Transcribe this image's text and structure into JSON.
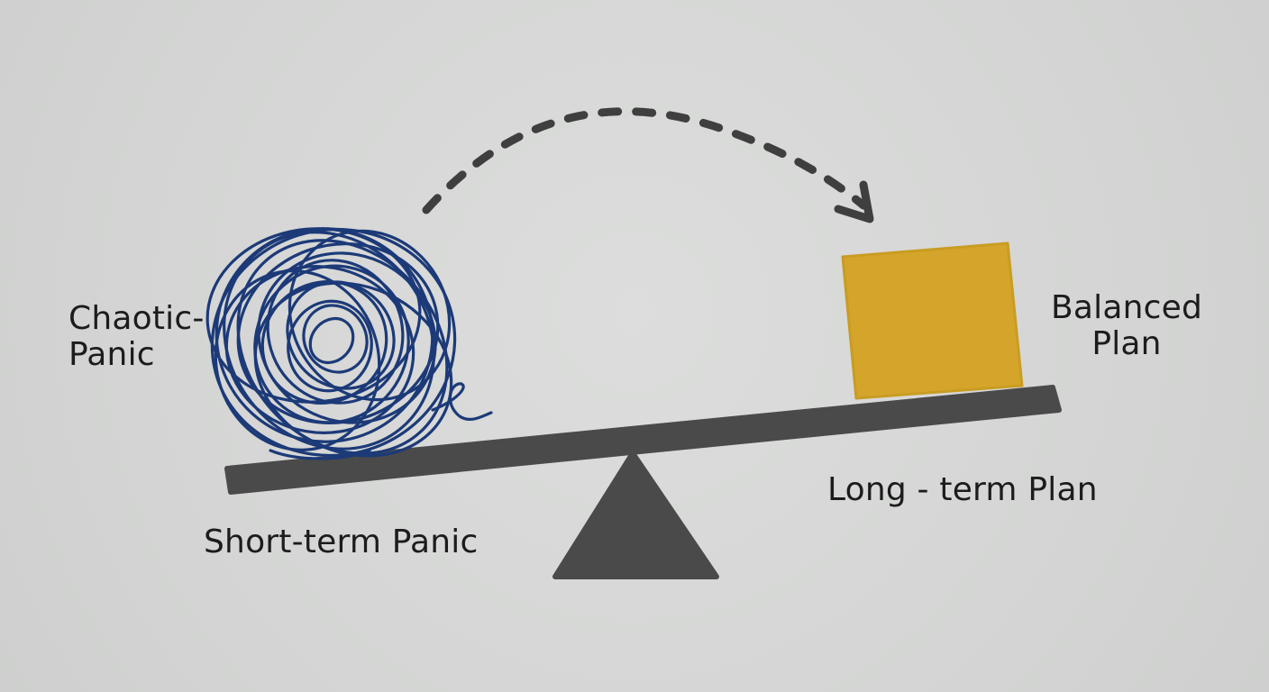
{
  "labels": {
    "chaotic_panic": [
      "Chaotic-",
      "Panic"
    ],
    "balanced_plan": [
      "Balanced",
      "Plan"
    ],
    "short_term": "Short-term Panic",
    "long_term": "Long - term Plan"
  },
  "colors": {
    "background": "#d6d7d6",
    "scribble": "#1c3a78",
    "block": "#d4a52a",
    "beam": "#4a4a4a",
    "text": "#1c1c1c"
  },
  "icons": {
    "scribble": "tangled-scribble-icon",
    "block": "square-block-icon",
    "fulcrum": "triangle-fulcrum-icon",
    "arrow": "dashed-arc-arrow-icon"
  }
}
